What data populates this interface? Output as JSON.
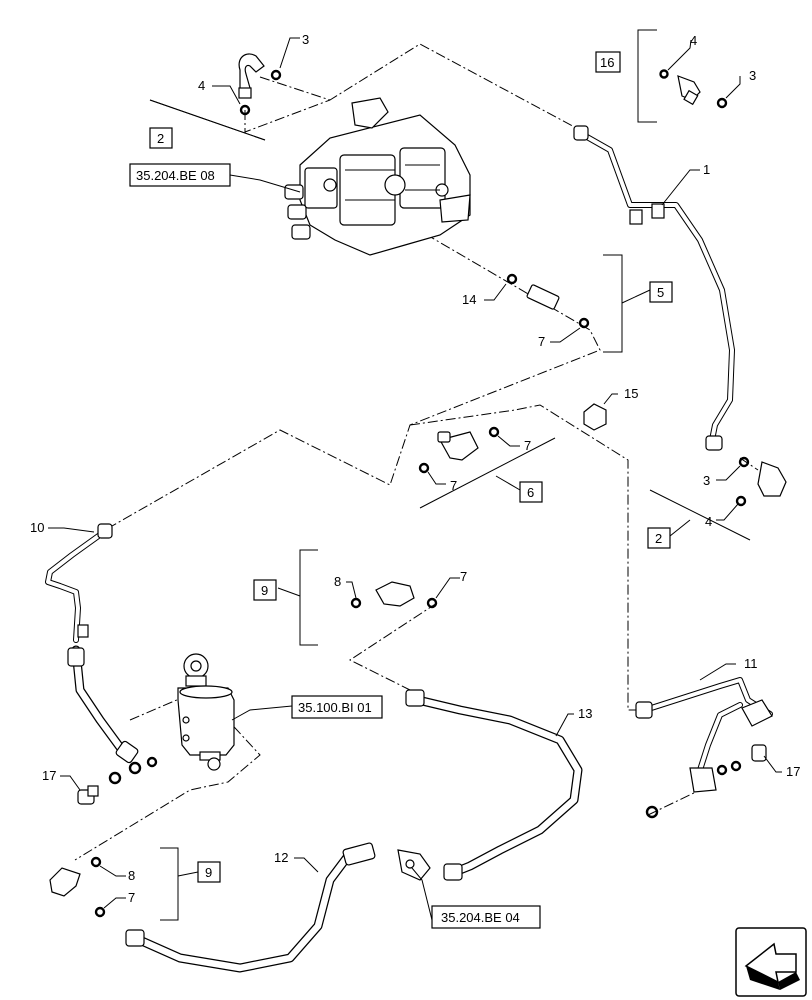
{
  "callouts": {
    "n1": "1",
    "n3a": "3",
    "n3b": "3",
    "n3c": "3",
    "n4a": "4",
    "n4b": "4",
    "n4c": "4",
    "n7a": "7",
    "n7b": "7",
    "n7c": "7",
    "n7d": "7",
    "n7e": "7",
    "n8a": "8",
    "n8b": "8",
    "n10": "10",
    "n11": "11",
    "n12": "12",
    "n13": "13",
    "n14": "14",
    "n15": "15",
    "n17a": "17",
    "n17b": "17"
  },
  "kits": {
    "k2a": "2",
    "k2b": "2",
    "k5": "5",
    "k6": "6",
    "k9a": "9",
    "k9b": "9",
    "k16": "16"
  },
  "refs": {
    "valve": "35.204.BE 08",
    "cylinder": "35.100.BI 01",
    "hose": "35.204.BE 04"
  }
}
